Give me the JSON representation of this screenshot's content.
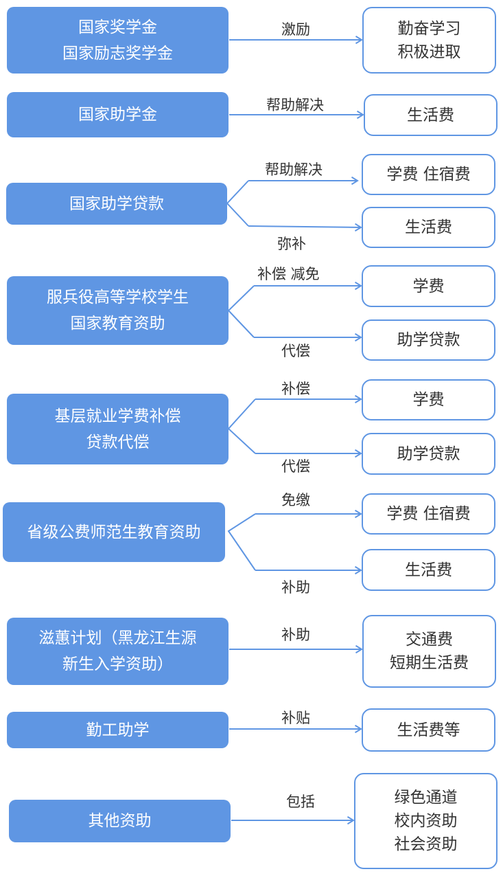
{
  "diagram": {
    "accent_color": "#5f96e3",
    "groups": [
      {
        "source": [
          "国家奖学金",
          "国家励志奖学金"
        ],
        "edges": [
          {
            "label": "激励",
            "target": [
              "勤奋学习",
              "积极进取"
            ]
          }
        ]
      },
      {
        "source": [
          "国家助学金"
        ],
        "edges": [
          {
            "label": "帮助解决",
            "target": [
              "生活费"
            ]
          }
        ]
      },
      {
        "source": [
          "国家助学贷款"
        ],
        "edges": [
          {
            "label": "帮助解决",
            "target": [
              "学费  住宿费"
            ]
          },
          {
            "label": "弥补",
            "target": [
              "生活费"
            ]
          }
        ]
      },
      {
        "source": [
          "服兵役高等学校学生",
          "国家教育资助"
        ],
        "edges": [
          {
            "label": "补偿  减免",
            "target": [
              "学费"
            ]
          },
          {
            "label": "代偿",
            "target": [
              "助学贷款"
            ]
          }
        ]
      },
      {
        "source": [
          "基层就业学费补偿",
          "贷款代偿"
        ],
        "edges": [
          {
            "label": "补偿",
            "target": [
              "学费"
            ]
          },
          {
            "label": "代偿",
            "target": [
              "助学贷款"
            ]
          }
        ]
      },
      {
        "source": [
          "省级公费师范生教育资助"
        ],
        "edges": [
          {
            "label": "免缴",
            "target": [
              "学费  住宿费"
            ]
          },
          {
            "label": "补助",
            "target": [
              "生活费"
            ]
          }
        ]
      },
      {
        "source": [
          "滋蕙计划（黑龙江生源",
          "新生入学资助）"
        ],
        "edges": [
          {
            "label": "补助",
            "target": [
              "交通费",
              "短期生活费"
            ]
          }
        ]
      },
      {
        "source": [
          "勤工助学"
        ],
        "edges": [
          {
            "label": "补贴",
            "target": [
              "生活费等"
            ]
          }
        ]
      },
      {
        "source": [
          "其他资助"
        ],
        "edges": [
          {
            "label": "包括",
            "target": [
              "绿色通道",
              "校内资助",
              "社会资助"
            ]
          }
        ]
      }
    ]
  }
}
